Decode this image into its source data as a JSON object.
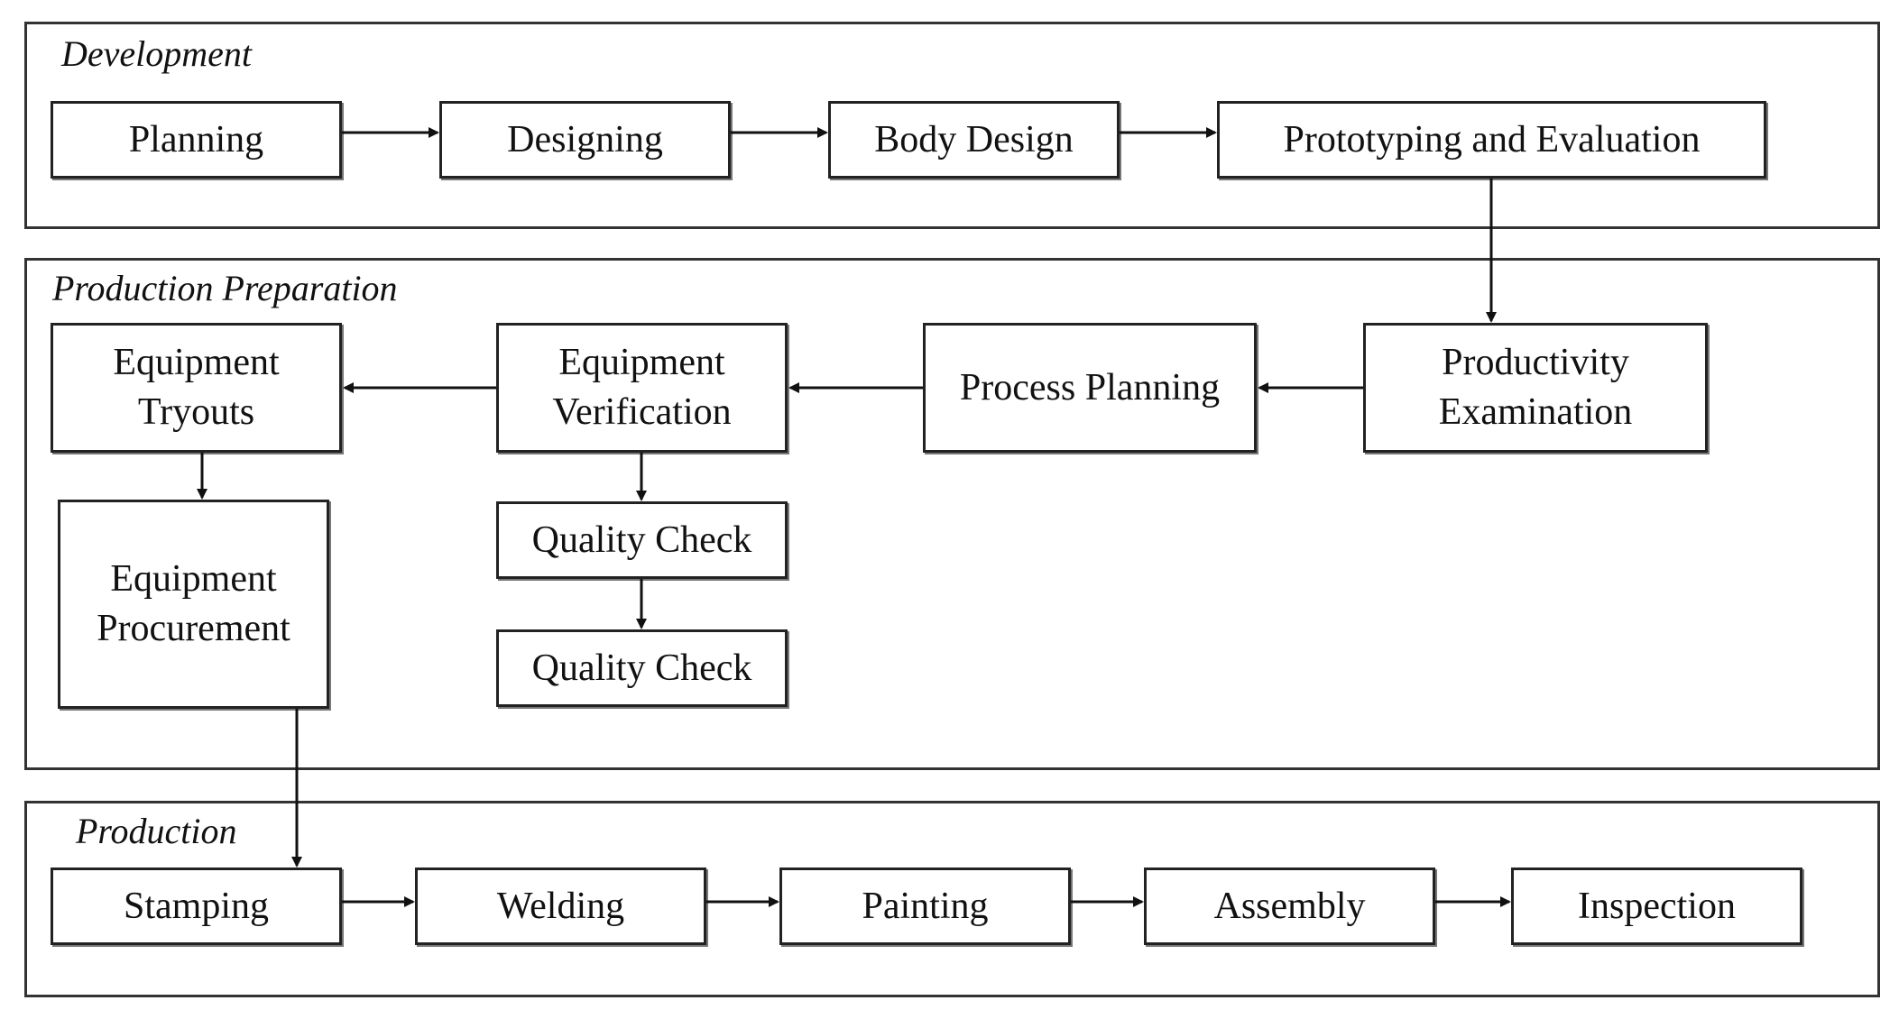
{
  "sections": {
    "development": {
      "title": "Development"
    },
    "production_preparation": {
      "title": "Production Preparation"
    },
    "production": {
      "title": "Production"
    }
  },
  "nodes": {
    "planning": "Planning",
    "designing": "Designing",
    "body_design": "Body Design",
    "prototyping": "Prototyping and Evaluation",
    "productivity_examination": "Productivity\nExamination",
    "process_planning": "Process Planning",
    "equipment_verification": "Equipment\nVerification",
    "equipment_tryouts": "Equipment\nTryouts",
    "equipment_procurement": "Equipment\nProcurement",
    "quality_check_1": "Quality Check",
    "quality_check_2": "Quality Check",
    "stamping": "Stamping",
    "welding": "Welding",
    "painting": "Painting",
    "assembly": "Assembly",
    "inspection": "Inspection"
  },
  "edges": [
    [
      "planning",
      "designing"
    ],
    [
      "designing",
      "body_design"
    ],
    [
      "body_design",
      "prototyping"
    ],
    [
      "prototyping",
      "productivity_examination"
    ],
    [
      "productivity_examination",
      "process_planning"
    ],
    [
      "process_planning",
      "equipment_verification"
    ],
    [
      "equipment_verification",
      "equipment_tryouts"
    ],
    [
      "equipment_verification",
      "quality_check_1"
    ],
    [
      "quality_check_1",
      "quality_check_2"
    ],
    [
      "equipment_tryouts",
      "equipment_procurement"
    ],
    [
      "equipment_procurement",
      "stamping"
    ],
    [
      "stamping",
      "welding"
    ],
    [
      "welding",
      "painting"
    ],
    [
      "painting",
      "assembly"
    ],
    [
      "assembly",
      "inspection"
    ]
  ]
}
